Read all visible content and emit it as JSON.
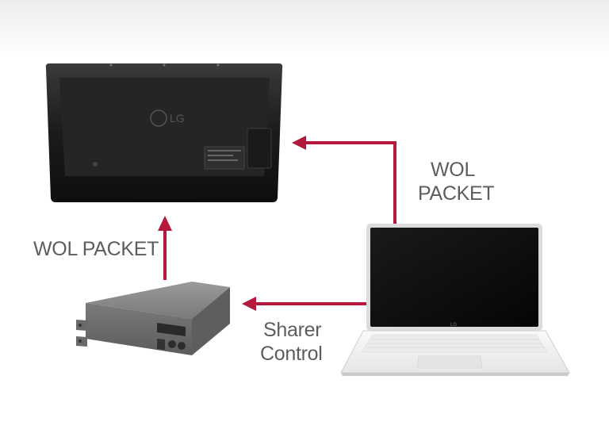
{
  "devices": {
    "tv": {
      "brand_logo": "LG"
    },
    "laptop": {
      "brand_logo": "LG"
    }
  },
  "labels": {
    "laptop_to_tv": [
      "WOL",
      "PACKET"
    ],
    "box_to_tv": "WOL PACKET",
    "laptop_to_box": [
      "Sharer",
      "Control"
    ]
  },
  "colors": {
    "arrow": "#b4183a",
    "label_text": "#5d5d5d"
  }
}
